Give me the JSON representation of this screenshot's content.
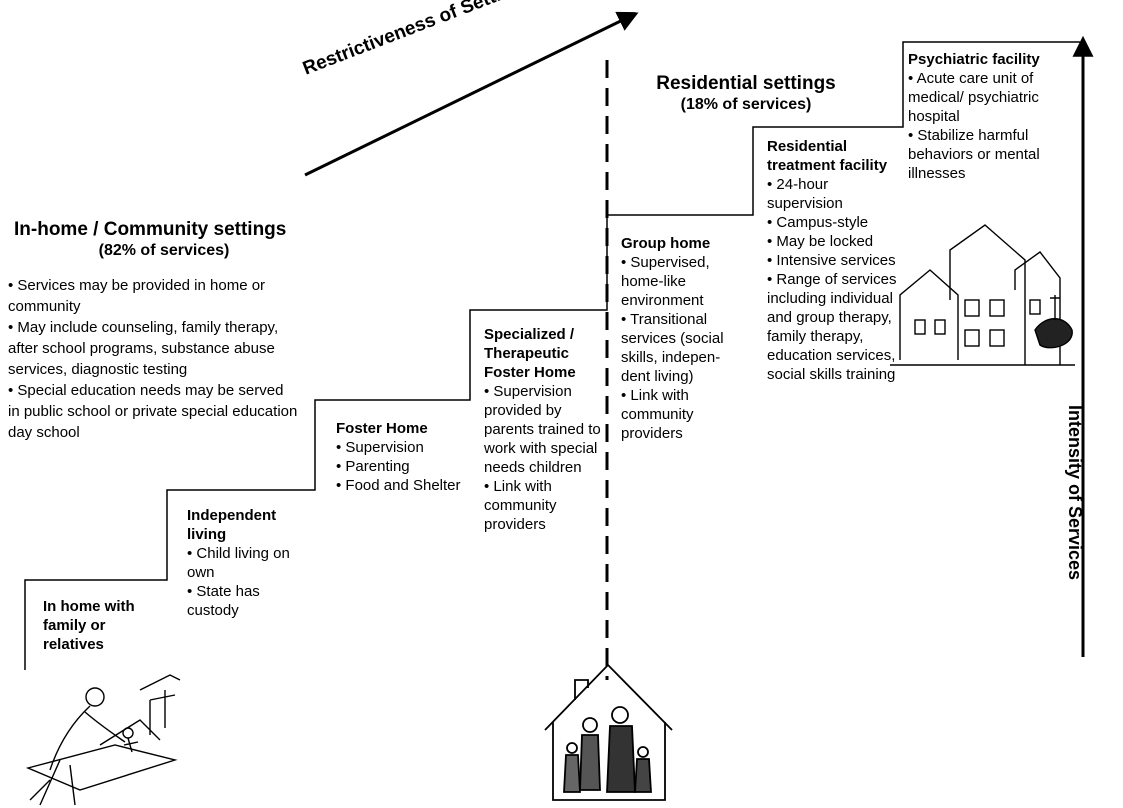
{
  "arrows": {
    "restrictiveness": "Restrictiveness of Setting",
    "intensity": "Intensity of Services"
  },
  "regions": {
    "community": {
      "title": "In-home / Community settings",
      "share": "(82% of services)",
      "bullets": [
        "Services may be provided in home or community",
        "May include counseling, family therapy, after school programs, substance abuse services, diagnostic testing",
        "Special education needs may be served in public school or private special education day school"
      ]
    },
    "residential": {
      "title": "Residential settings",
      "share": "(18% of services)"
    }
  },
  "steps": [
    {
      "title": "In home with family or relatives",
      "bullets": []
    },
    {
      "title": "Independent living",
      "bullets": [
        "Child living on own",
        "State has custody"
      ]
    },
    {
      "title": "Foster Home",
      "bullets": [
        "Supervision",
        "Parenting",
        "Food and Shelter"
      ]
    },
    {
      "title": "Specialized / Therapeutic Foster Home",
      "bullets": [
        "Supervision provided by parents trained to work with special needs children",
        "Link with community providers"
      ]
    },
    {
      "title": "Group home",
      "bullets": [
        "Supervised, home-like environment",
        "Transitional services (social skills, indepen-dent living)",
        "Link with community providers"
      ]
    },
    {
      "title": "Residential treatment facility",
      "bullets": [
        "24-hour supervision",
        "Campus-style",
        "May be locked",
        "Intensive services",
        "Range of services including individual and group therapy, family therapy, education services, social skills training"
      ]
    },
    {
      "title": "Psychiatric facility",
      "bullets": [
        "Acute care unit of medical/ psychiatric hospital",
        "Stabilize harmful behaviors or mental illnesses"
      ]
    }
  ]
}
